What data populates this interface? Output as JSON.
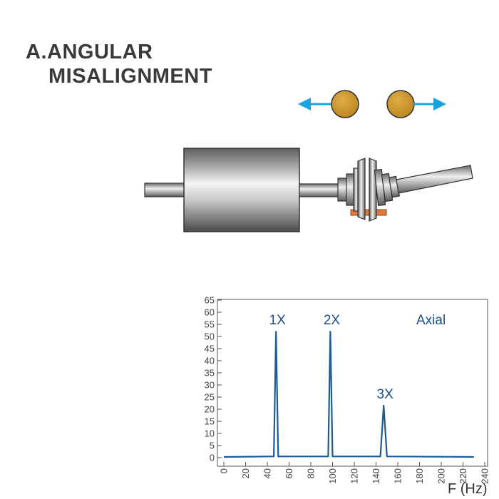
{
  "title": {
    "line1": "A.ANGULAR",
    "line2": "MISALIGNMENT"
  },
  "colors": {
    "title": "#3a3a3a",
    "arrow": "#1aa3de",
    "ball": "#c8952c",
    "trace": "#1f5a93",
    "label": "#1f4f8a",
    "plate": "#e07a3a"
  },
  "diagram": {
    "icons": [
      "left-arrow-icon",
      "right-arrow-icon",
      "ball-icon",
      "motor-icon",
      "coupling-icon"
    ]
  },
  "chart_data": {
    "type": "line",
    "annotation": "Axial",
    "xlabel": "F (Hz)",
    "ylabel": "",
    "xlim": [
      0,
      240
    ],
    "ylim": [
      0,
      65
    ],
    "xticks": [
      0,
      20,
      40,
      60,
      80,
      100,
      120,
      140,
      160,
      180,
      200,
      220,
      240
    ],
    "yticks": [
      0,
      5,
      10,
      15,
      20,
      25,
      30,
      35,
      40,
      45,
      50,
      55,
      60,
      65
    ],
    "series": [
      {
        "x": [
          0,
          46,
          48,
          50,
          96,
          98,
          100,
          144,
          147,
          150,
          230
        ],
        "y": [
          0.3,
          0.5,
          52,
          0.5,
          0.5,
          52,
          0.5,
          0.5,
          21.5,
          0.5,
          0.3
        ]
      }
    ],
    "peaks": [
      {
        "label": "1X",
        "x": 48,
        "y": 52
      },
      {
        "label": "2X",
        "x": 98,
        "y": 52
      },
      {
        "label": "3X",
        "x": 147,
        "y": 21.5
      }
    ]
  }
}
